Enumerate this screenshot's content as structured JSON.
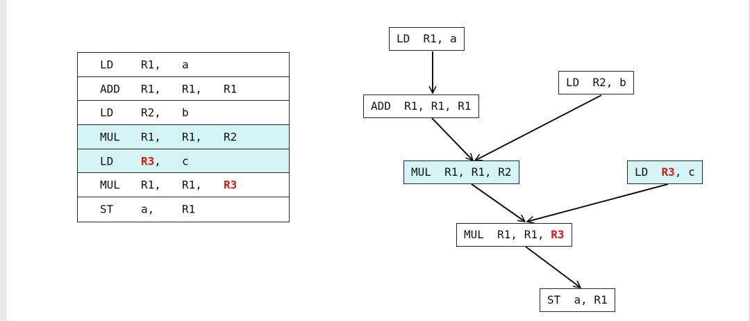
{
  "instructions": [
    {
      "op": "LD",
      "arg1": "R1,",
      "arg1_reg": "",
      "arg1_sep": "",
      "arg2": "a",
      "arg3": "",
      "arg3_reg": "",
      "highlight": false
    },
    {
      "op": "ADD",
      "arg1": "R1,",
      "arg1_reg": "",
      "arg1_sep": "",
      "arg2": "R1,",
      "arg3": "R1",
      "arg3_reg": "",
      "highlight": false
    },
    {
      "op": "LD",
      "arg1": "R2,",
      "arg1_reg": "",
      "arg1_sep": "",
      "arg2": "b",
      "arg3": "",
      "arg3_reg": "",
      "highlight": false
    },
    {
      "op": "MUL",
      "arg1": "R1,",
      "arg1_reg": "",
      "arg1_sep": "",
      "arg2": "R1,",
      "arg3": "R2",
      "arg3_reg": "",
      "highlight": true
    },
    {
      "op": "LD",
      "arg1": "",
      "arg1_reg": "R3",
      "arg1_sep": ",",
      "arg2": "c",
      "arg3": "",
      "arg3_reg": "",
      "highlight": true
    },
    {
      "op": "MUL",
      "arg1": "R1,",
      "arg1_reg": "",
      "arg1_sep": "",
      "arg2": "R1,",
      "arg3": "",
      "arg3_reg": "R3",
      "highlight": false
    },
    {
      "op": "ST",
      "arg1": "a,",
      "arg1_reg": "",
      "arg1_sep": "",
      "arg2": "R1",
      "arg3": "",
      "arg3_reg": "",
      "highlight": false
    }
  ],
  "dag": {
    "nodes": {
      "ld_r1_a": {
        "pre": "LD  R1, a",
        "reg": "",
        "post": ""
      },
      "ld_r2_b": {
        "pre": "LD  R2, b",
        "reg": "",
        "post": ""
      },
      "add": {
        "pre": "ADD  R1, R1, R1",
        "reg": "",
        "post": ""
      },
      "mul1": {
        "pre": "MUL  R1, R1, R2",
        "reg": "",
        "post": ""
      },
      "ld_r3_c": {
        "pre": "LD  ",
        "reg": "R3",
        "post": ", c"
      },
      "mul2": {
        "pre": "MUL  R1, R1, ",
        "reg": "R3",
        "post": ""
      },
      "st": {
        "pre": "ST  a, R1",
        "reg": "",
        "post": ""
      }
    }
  },
  "colors": {
    "highlight": "#d3f3f5",
    "register_accent": "#d61a1a",
    "border": "#222222"
  }
}
